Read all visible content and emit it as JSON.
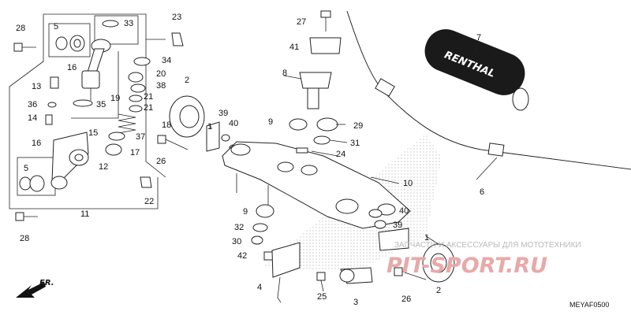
{
  "diagram_code": "MEYAF0500",
  "direction": "FR.",
  "grip_text": "RENTHAL",
  "watermark": {
    "text": "ЗАПЧАСТИ И АКСЕССУАРЫ ДЛЯ МОТОТЕХНИКИ",
    "logo": "PIT-SPORT.RU"
  },
  "callouts": [
    "1",
    "2",
    "3",
    "4",
    "5",
    "6",
    "7",
    "8",
    "9",
    "10",
    "11",
    "12",
    "13",
    "14",
    "15",
    "16",
    "17",
    "18",
    "19",
    "20",
    "21",
    "22",
    "23",
    "24",
    "25",
    "26",
    "27",
    "28",
    "29",
    "30",
    "31",
    "32",
    "33",
    "34",
    "35",
    "36",
    "37",
    "38",
    "39",
    "40",
    "41",
    "42"
  ]
}
